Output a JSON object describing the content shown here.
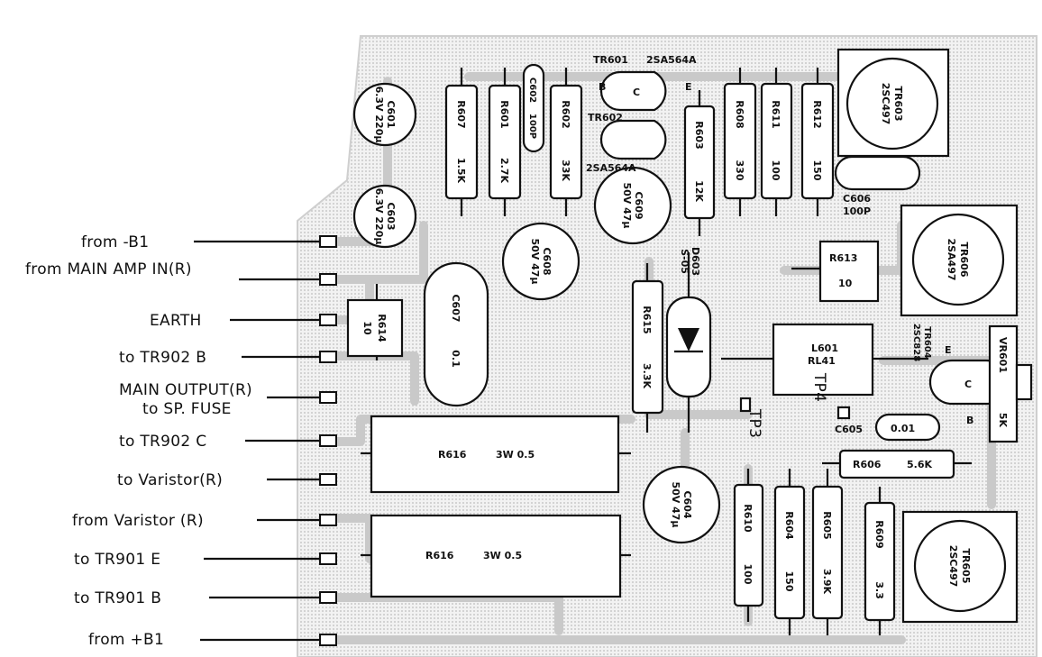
{
  "connectors": [
    {
      "id": "from-minus-b1",
      "text": "from -B1"
    },
    {
      "id": "from-main-amp-in",
      "text": "from MAIN AMP IN(R)"
    },
    {
      "id": "earth",
      "text": "EARTH"
    },
    {
      "id": "to-tr902-b",
      "text": "to TR902 B"
    },
    {
      "id": "main-output-1",
      "text": "MAIN OUTPUT(R)"
    },
    {
      "id": "main-output-2",
      "text": "to SP. FUSE"
    },
    {
      "id": "to-tr902-c",
      "text": "to TR902 C"
    },
    {
      "id": "to-varistor",
      "text": "to Varistor(R)"
    },
    {
      "id": "from-varistor",
      "text": "from Varistor (R)"
    },
    {
      "id": "to-tr901-e",
      "text": "to TR901 E"
    },
    {
      "id": "to-tr901-b",
      "text": "to TR901 B"
    },
    {
      "id": "from-plus-b1",
      "text": "from +B1"
    }
  ],
  "components": {
    "c601": {
      "ref": "C601",
      "value": "6.3V 220μ"
    },
    "c603": {
      "ref": "C603",
      "value": "6.3V 220μ"
    },
    "r607": {
      "ref": "R607",
      "value": "1.5K"
    },
    "r601": {
      "ref": "R601",
      "value": "2.7K"
    },
    "c602": {
      "ref": "C602",
      "value": "100P"
    },
    "r602": {
      "ref": "R602",
      "value": "33K"
    },
    "tr601": {
      "ref": "TR601",
      "value": "2SA564A"
    },
    "tr602": {
      "ref": "TR602",
      "value": "2SA564A"
    },
    "r603": {
      "ref": "R603",
      "value": "12K"
    },
    "r608": {
      "ref": "R608",
      "value": "330"
    },
    "r611": {
      "ref": "R611",
      "value": "100"
    },
    "r612": {
      "ref": "R612",
      "value": "150"
    },
    "tr603": {
      "ref": "TR603",
      "value": "2SC497"
    },
    "c606": {
      "ref": "C606",
      "value": "100P"
    },
    "c609": {
      "ref": "C609",
      "value": "50V 47μ"
    },
    "c608": {
      "ref": "C608",
      "value": "50V 47μ"
    },
    "d603": {
      "ref": "D603",
      "value": "S-05"
    },
    "tr606": {
      "ref": "TR606",
      "value": "2SA497"
    },
    "r613": {
      "ref": "R613",
      "value": "10"
    },
    "r614": {
      "ref": "R614",
      "value": "10"
    },
    "c607": {
      "ref": "C607",
      "value": "0.1"
    },
    "r615": {
      "ref": "R615",
      "value": "3.3K"
    },
    "l601": {
      "ref": "L601",
      "value": "RL41"
    },
    "tr604": {
      "ref": "TR604",
      "value": "2SC828"
    },
    "vr601": {
      "ref": "VR601",
      "value": "5K"
    },
    "tp3": "TP3",
    "tp4": "TP4",
    "c605": {
      "ref": "C605",
      "value": "0.01"
    },
    "r606": {
      "ref": "R606",
      "value": "5.6K"
    },
    "r616a": {
      "ref": "R616",
      "value": "3W 0.5"
    },
    "r616b": {
      "ref": "R616",
      "value": "3W 0.5"
    },
    "c604": {
      "ref": "C604",
      "value": "50V 47μ"
    },
    "r610": {
      "ref": "R610",
      "value": "100"
    },
    "r604": {
      "ref": "R604",
      "value": "150"
    },
    "r605": {
      "ref": "R605",
      "value": "3.9K"
    },
    "r609": {
      "ref": "R609",
      "value": "3.3"
    },
    "tr605": {
      "ref": "TR605",
      "value": "2SC497"
    }
  },
  "pins": {
    "b": "B",
    "c": "C",
    "e": "E"
  }
}
